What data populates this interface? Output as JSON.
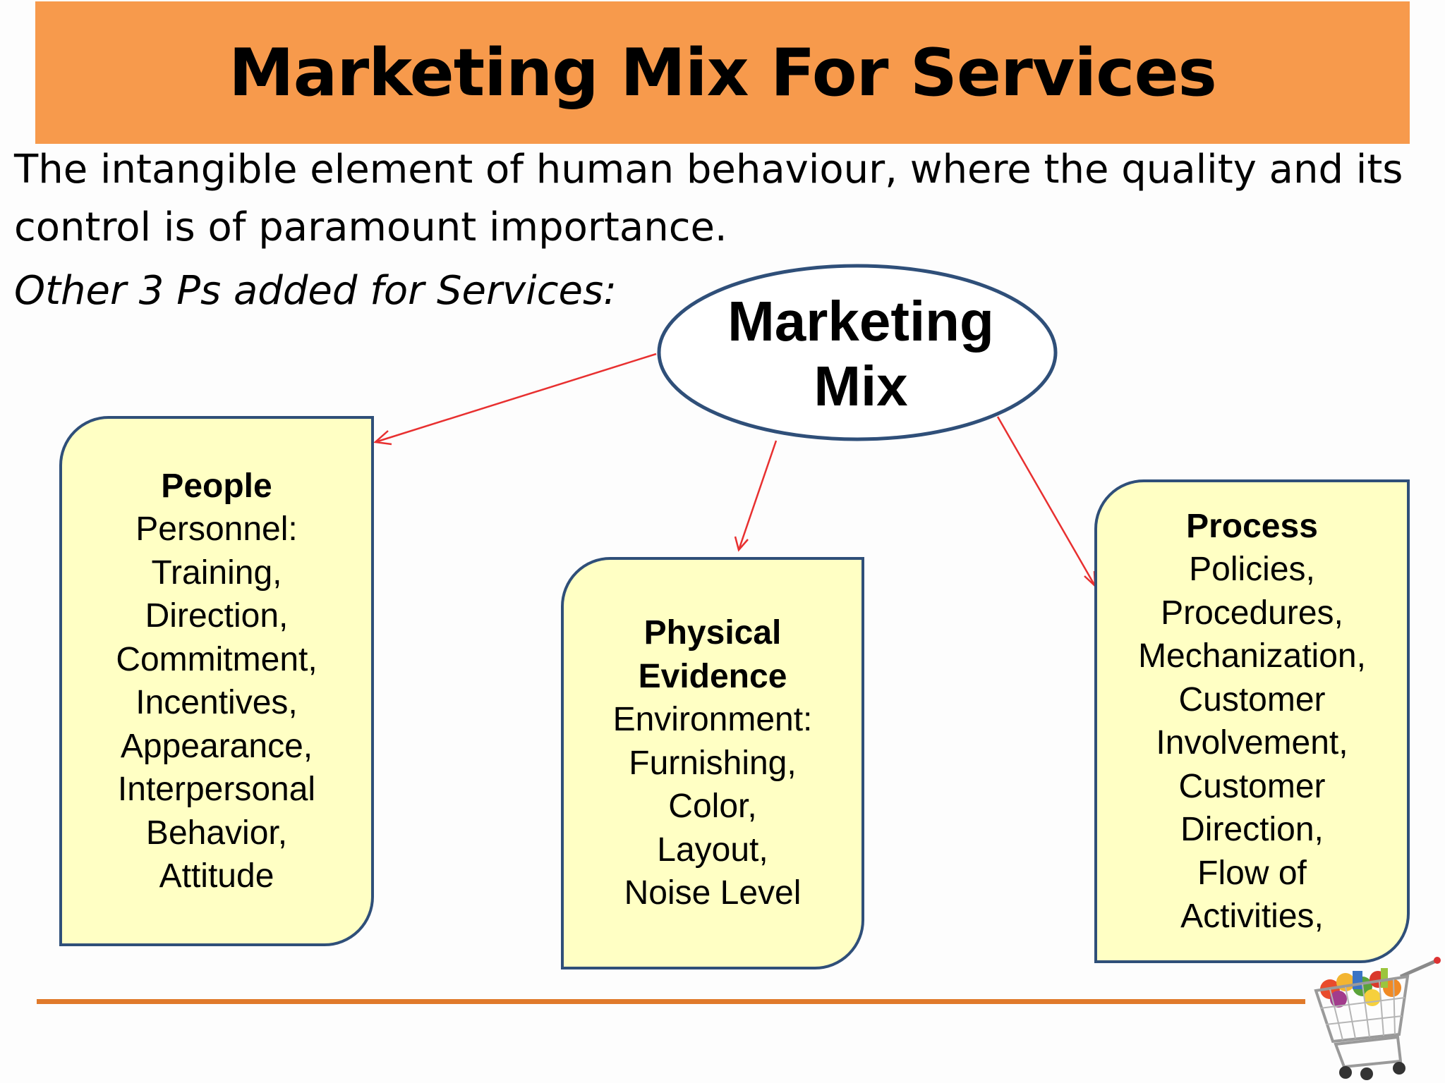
{
  "title": "Marketing Mix For Services",
  "intro_line1": "The intangible element of human behaviour, where the quality and its",
  "intro_line2": "control is of paramount importance.",
  "subheading": "Other 3 Ps added for Services:",
  "center": {
    "line1": "Marketing",
    "line2": "Mix"
  },
  "boxes": {
    "people": {
      "heading": "People",
      "lines": [
        "Personnel:",
        "Training,",
        "Direction,",
        "Commitment,",
        "Incentives,",
        "Appearance,",
        "Interpersonal",
        "Behavior,",
        "Attitude"
      ]
    },
    "physical": {
      "heading1": "Physical",
      "heading2": "Evidence",
      "lines": [
        "Environment:",
        "Furnishing,",
        "Color,",
        "Layout,",
        "Noise Level"
      ]
    },
    "process": {
      "heading": "Process",
      "lines": [
        "Policies,",
        "Procedures,",
        "Mechanization,",
        "Customer",
        "Involvement,",
        "Customer",
        "Direction,",
        "Flow of",
        "Activities,"
      ]
    }
  },
  "colors": {
    "title_bar": "#f79a4c",
    "box_fill": "#ffffc4",
    "box_border": "#2f4f79",
    "arrow": "#e83030",
    "footer_line": "#e07a2b"
  },
  "icons": {
    "decoration": "shopping-cart-icon"
  }
}
